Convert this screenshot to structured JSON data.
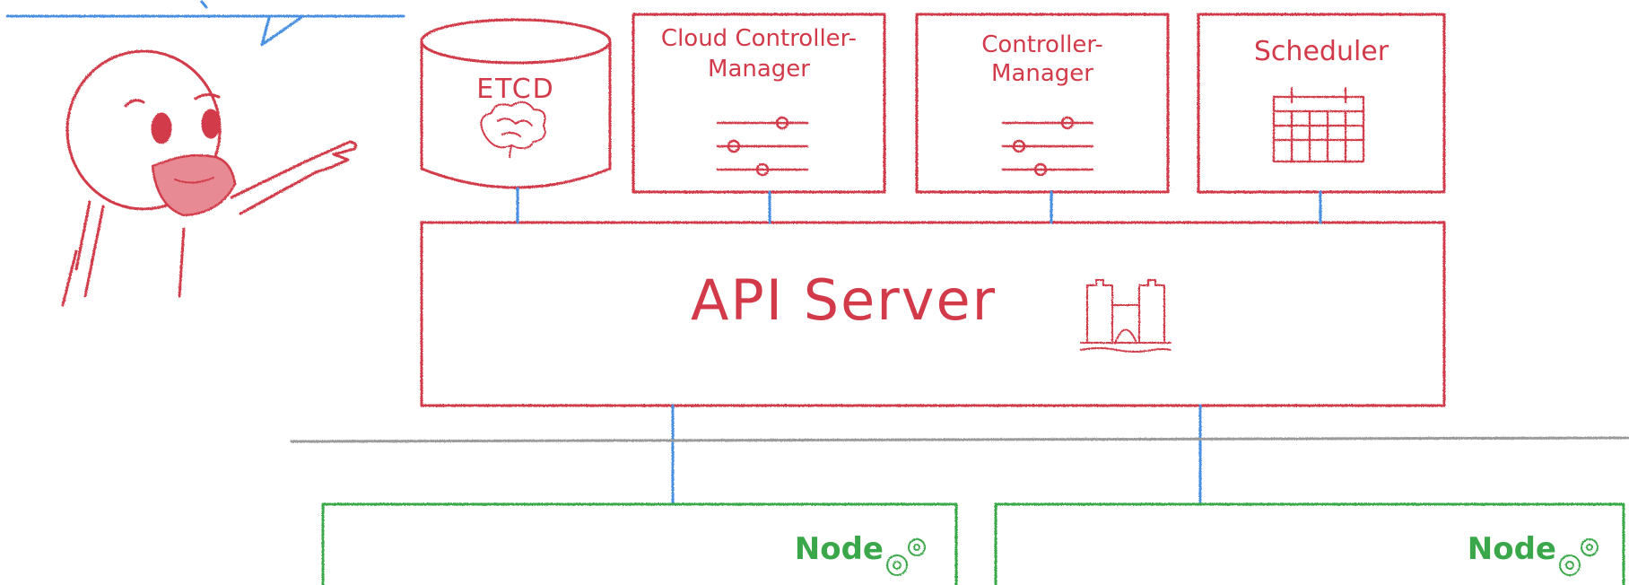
{
  "colors": {
    "component": "#d23a4a",
    "node": "#3aa84a",
    "link": "#4a90e2",
    "network": "#9a9a9a"
  },
  "components": {
    "etcd": {
      "label": "ETCD",
      "icon": "brain-icon"
    },
    "cloud_controller_manager": {
      "line1": "Cloud Controller-",
      "line2": "Manager",
      "icon": "sliders-icon"
    },
    "controller_manager": {
      "line1": "Controller-",
      "line2": "Manager",
      "icon": "sliders-icon"
    },
    "scheduler": {
      "label": "Scheduler",
      "icon": "calendar-icon"
    },
    "api_server": {
      "label": "API Server",
      "icon": "castle-icon"
    }
  },
  "nodes": [
    {
      "label": "Node",
      "icon": "gears-icon"
    },
    {
      "label": "Node",
      "icon": "gears-icon"
    }
  ]
}
